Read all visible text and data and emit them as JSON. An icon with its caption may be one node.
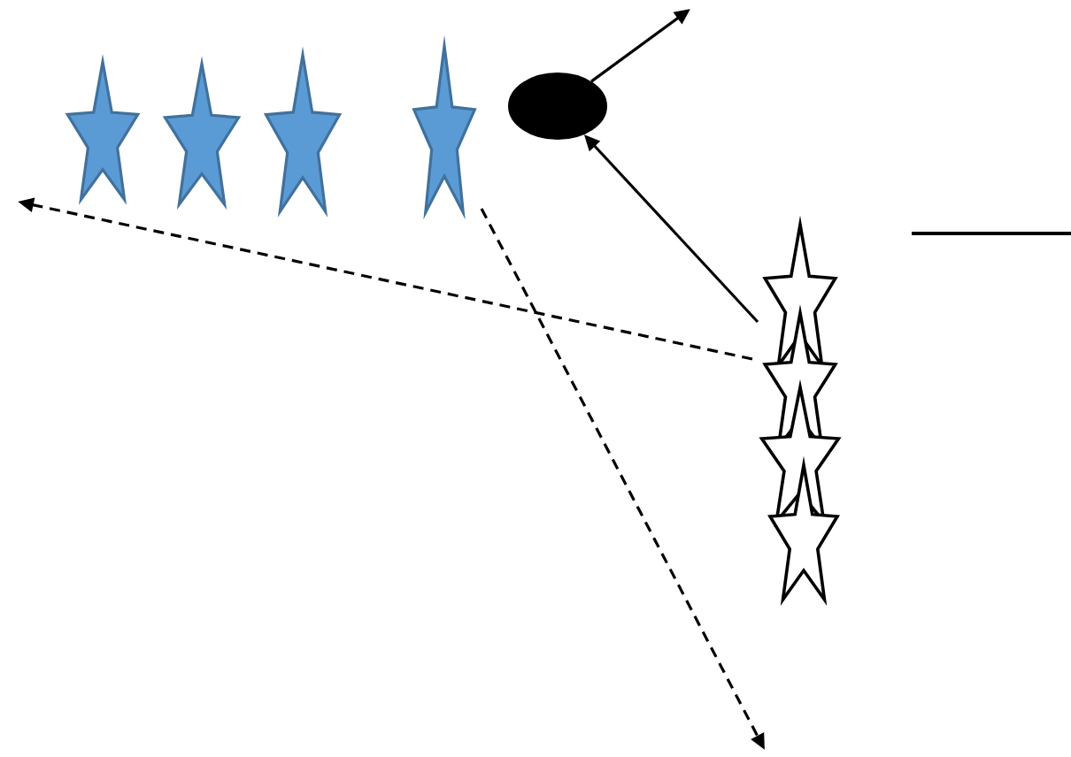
{
  "diagram": {
    "nodes": [
      {
        "text": [],
        "shape": "star"
      },
      {
        "text": [],
        "shape": "star"
      },
      {
        "text": [],
        "shape": "star"
      },
      {
        "text": [],
        "shape": "star"
      },
      {
        "text": [],
        "shape": "ellipse"
      },
      {
        "text": [],
        "shape": "star"
      }
    ],
    "edges": [
      {
        "from": 4,
        "to": null,
        "arrow": "to"
      },
      {
        "from": 5,
        "to": 4,
        "arrow": "to"
      },
      {
        "from": 5,
        "to": null,
        "arrow": "to",
        "style": "dashed"
      },
      {
        "from": 3,
        "to": null,
        "arrow": "to",
        "style": "dashed"
      }
    ]
  }
}
